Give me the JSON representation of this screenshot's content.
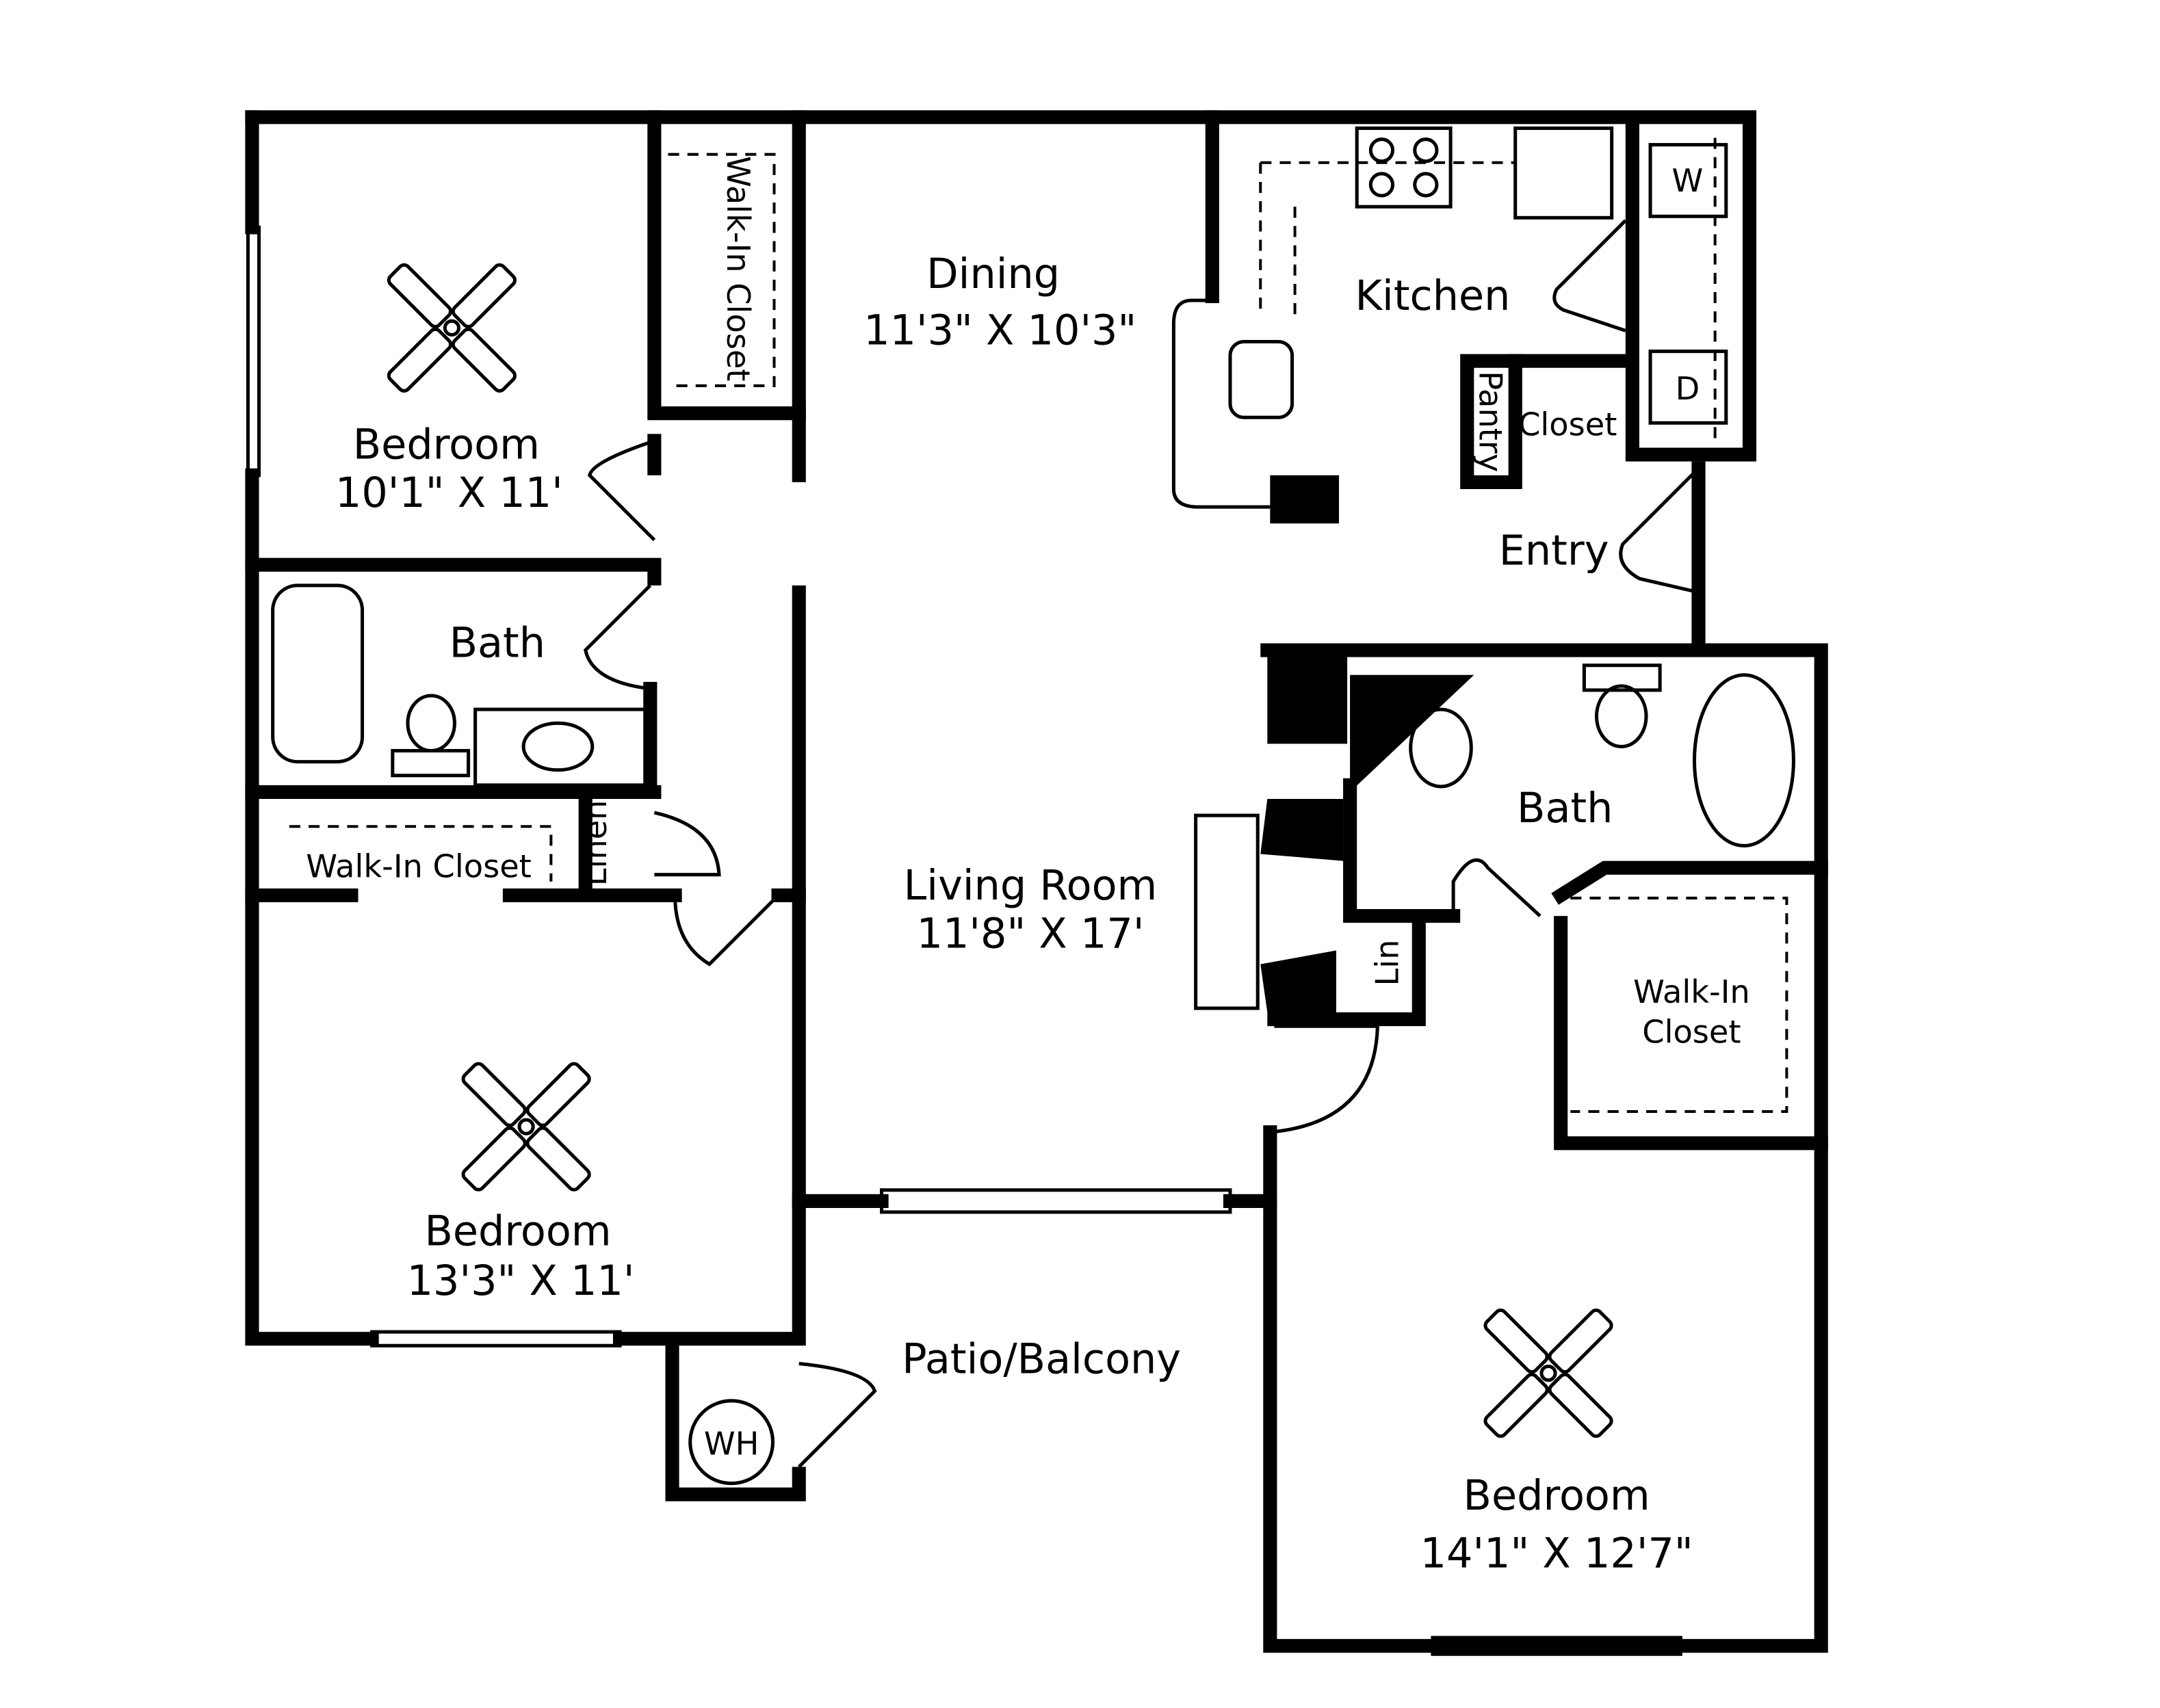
{
  "rooms": {
    "dining": {
      "name": "Dining",
      "size": "11'3\" X 10'3\""
    },
    "kitchen": {
      "name": "Kitchen"
    },
    "bedroom1": {
      "name": "Bedroom",
      "size": "10'1\" X 11'"
    },
    "bedroom1_closet": {
      "name": "Walk-In Closet"
    },
    "bath1": {
      "name": "Bath"
    },
    "bedroom2_closet": {
      "name": "Walk-In Closet"
    },
    "linen": {
      "name": "Linen"
    },
    "living": {
      "name": "Living Room",
      "size": "11'8\" X 17'"
    },
    "bedroom2": {
      "name": "Bedroom",
      "size": "13'3\" X 11'"
    },
    "patio": {
      "name": "Patio/Balcony"
    },
    "water_heater": {
      "name": "WH"
    },
    "entry": {
      "name": "Entry"
    },
    "washer": {
      "name": "W"
    },
    "dryer": {
      "name": "D"
    },
    "pantry": {
      "name": "Pantry"
    },
    "closet": {
      "name": "Closet"
    },
    "bath2": {
      "name": "Bath"
    },
    "lin": {
      "name": "Lin"
    },
    "master_closet": {
      "name": "Walk-In",
      "name2": "Closet"
    },
    "bedroom3": {
      "name": "Bedroom",
      "size": "14'1\" X 12'7\""
    }
  }
}
